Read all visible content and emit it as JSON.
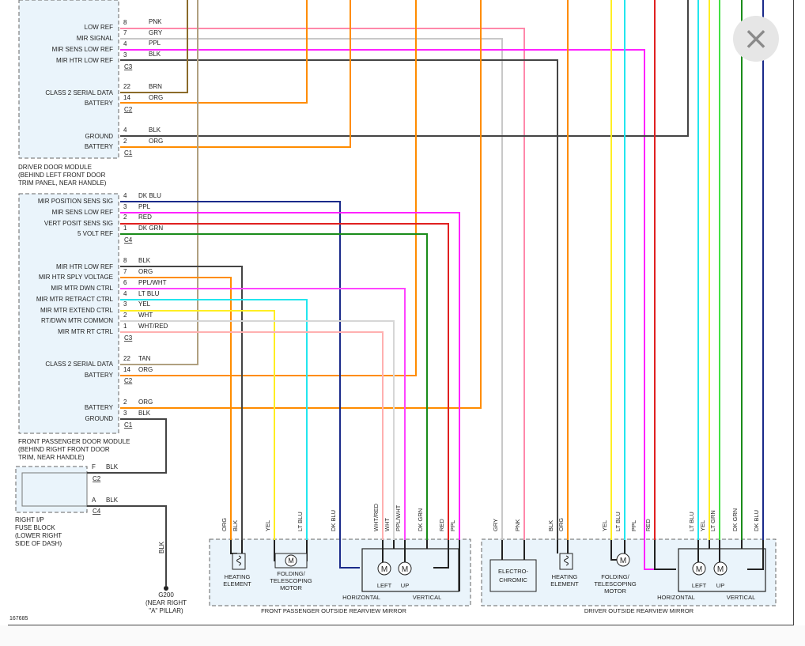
{
  "close_icon": "×",
  "figure_id": "167685",
  "colors": {
    "ORG": "#ff8c00",
    "PNK": "#ff88aa",
    "GRY": "#c8c8c8",
    "PPL": "#ff22ff",
    "BLK": "#444444",
    "BRN": "#8b6b2a",
    "TAN": "#b0a080",
    "DKBLU": "#1a2a8a",
    "RED": "#e02020",
    "DKGRN": "#1a8c1a",
    "LTBLU": "#22e6ee",
    "YEL": "#ffee22",
    "WHT": "#d6d6d6",
    "WHTRED": "#ffb0b0",
    "LTGRN": "#44e044",
    "PPLWHT": "#ff44ff"
  },
  "driver_module": {
    "title": [
      "DRIVER DOOR MODULE",
      "(BEHIND LEFT FRONT DOOR",
      "TRIM PANEL, NEAR HANDLE)"
    ],
    "rows": [
      {
        "label": "LOW REF",
        "pin": "8",
        "wire": "PNK"
      },
      {
        "label": "MIR SIGNAL",
        "pin": "7",
        "wire": "GRY"
      },
      {
        "label": "MIR SENS LOW REF",
        "pin": "4",
        "wire": "PPL"
      },
      {
        "label": "MIR HTR LOW REF",
        "pin": "3",
        "wire": "BLK"
      },
      {
        "label": "CLASS 2 SERIAL DATA",
        "pin": "22",
        "wire": "BRN"
      },
      {
        "label": "BATTERY",
        "pin": "14",
        "wire": "ORG"
      },
      {
        "label": "GROUND",
        "pin": "4",
        "wire": "BLK"
      },
      {
        "label": "BATTERY",
        "pin": "2",
        "wire": "ORG"
      }
    ],
    "connectors": [
      "C3",
      "C2",
      "C1"
    ]
  },
  "passenger_module": {
    "title": [
      "FRONT PASSENGER DOOR MODULE",
      "(BEHIND RIGHT FRONT DOOR",
      "TRIM, NEAR HANDLE)"
    ],
    "rows": [
      {
        "label": "MIR POSITION SENS SIG",
        "pin": "4",
        "wire": "DK BLU"
      },
      {
        "label": "MIR SENS LOW REF",
        "pin": "3",
        "wire": "PPL"
      },
      {
        "label": "VERT POSIT SENS SIG",
        "pin": "2",
        "wire": "RED"
      },
      {
        "label": "5 VOLT REF",
        "pin": "1",
        "wire": "DK GRN"
      },
      {
        "label": "MIR HTR LOW REF",
        "pin": "8",
        "wire": "BLK"
      },
      {
        "label": "MIR HTR SPLY VOLTAGE",
        "pin": "7",
        "wire": "ORG"
      },
      {
        "label": "MIR MTR DWN CTRL",
        "pin": "6",
        "wire": "PPL/WHT"
      },
      {
        "label": "MIR MTR RETRACT CTRL",
        "pin": "4",
        "wire": "LT BLU"
      },
      {
        "label": "MIR MTR EXTEND CTRL",
        "pin": "3",
        "wire": "YEL"
      },
      {
        "label": "RT/DWN MTR COMMON",
        "pin": "2",
        "wire": "WHT"
      },
      {
        "label": "MIR MTR RT CTRL",
        "pin": "1",
        "wire": "WHT/RED"
      },
      {
        "label": "CLASS 2 SERIAL DATA",
        "pin": "22",
        "wire": "TAN"
      },
      {
        "label": "BATTERY",
        "pin": "14",
        "wire": "ORG"
      },
      {
        "label": "BATTERY",
        "pin": "2",
        "wire": "ORG"
      },
      {
        "label": "GROUND",
        "pin": "3",
        "wire": "BLK"
      }
    ],
    "connectors": [
      "C4",
      "C3",
      "C2",
      "C1"
    ]
  },
  "fuse_block": {
    "title": [
      "RIGHT I/P",
      "FUSE BLOCK",
      "(LOWER RIGHT",
      "SIDE OF DASH)"
    ],
    "pins": [
      {
        "pin": "F",
        "wire": "BLK",
        "connector": "C2"
      },
      {
        "pin": "A",
        "wire": "BLK",
        "connector": "C4"
      }
    ]
  },
  "ground": {
    "wire": "BLK",
    "title": [
      "G200",
      "(NEAR RIGHT",
      "\"A\" PILLAR)"
    ]
  },
  "passenger_mirror": {
    "title": "FRONT PASSENGER OUTSIDE REARVIEW MIRROR",
    "wire_labels": [
      "ORG",
      "BLK",
      "YEL",
      "LT BLU",
      "DK BLU",
      "WHT/RED",
      "WHT",
      "PPL/WHT",
      "DK GRN",
      "RED",
      "PPL"
    ],
    "heating": [
      "HEATING",
      "ELEMENT"
    ],
    "folding": [
      "FOLDING/",
      "TELESCOPING",
      "MOTOR"
    ],
    "motor_glyph": "M",
    "left": "LEFT",
    "up": "UP",
    "horizontal": "HORIZONTAL",
    "vertical": "VERTICAL"
  },
  "driver_mirror": {
    "title": "DRIVER OUTSIDE REARVIEW MIRROR",
    "wire_labels": [
      "GRY",
      "PNK",
      "BLK",
      "ORG",
      "YEL",
      "LT BLU",
      "PPL",
      "RED",
      "LT BLU",
      "YEL",
      "LT GRN",
      "DK GRN",
      "DK BLU"
    ],
    "electro": [
      "ELECTRO-",
      "CHROMIC"
    ],
    "heating": [
      "HEATING",
      "ELEMENT"
    ],
    "folding": [
      "FOLDING/",
      "TELESCOPING",
      "MOTOR"
    ],
    "motor_glyph": "M",
    "left": "LEFT",
    "up": "UP",
    "horizontal": "HORIZONTAL",
    "vertical": "VERTICAL"
  }
}
